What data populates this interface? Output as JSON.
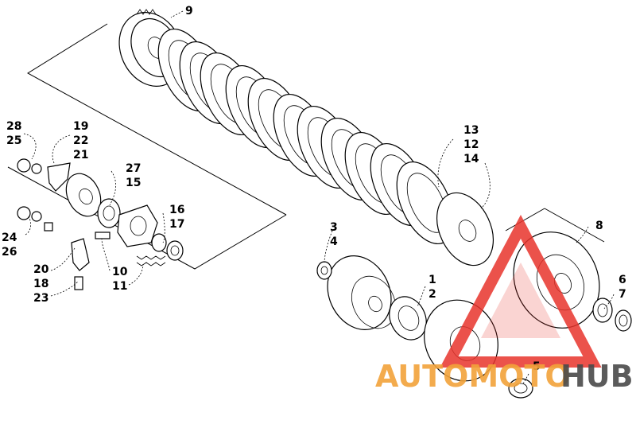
{
  "callouts": [
    {
      "id": "c9",
      "text": "9"
    },
    {
      "id": "c28",
      "text": "28"
    },
    {
      "id": "c25",
      "text": "25"
    },
    {
      "id": "c19",
      "text": "19"
    },
    {
      "id": "c22",
      "text": "22"
    },
    {
      "id": "c21",
      "text": "21"
    },
    {
      "id": "c27",
      "text": "27"
    },
    {
      "id": "c15",
      "text": "15"
    },
    {
      "id": "c16",
      "text": "16"
    },
    {
      "id": "c17",
      "text": "17"
    },
    {
      "id": "c24",
      "text": "24"
    },
    {
      "id": "c26",
      "text": "26"
    },
    {
      "id": "c20",
      "text": "20"
    },
    {
      "id": "c18",
      "text": "18"
    },
    {
      "id": "c23",
      "text": "23"
    },
    {
      "id": "c10",
      "text": "10"
    },
    {
      "id": "c11",
      "text": "11"
    },
    {
      "id": "c13",
      "text": "13"
    },
    {
      "id": "c12",
      "text": "12"
    },
    {
      "id": "c14",
      "text": "14"
    },
    {
      "id": "c3",
      "text": "3"
    },
    {
      "id": "c4",
      "text": "4"
    },
    {
      "id": "c8",
      "text": "8"
    },
    {
      "id": "c1",
      "text": "1"
    },
    {
      "id": "c2",
      "text": "2"
    },
    {
      "id": "c6",
      "text": "6"
    },
    {
      "id": "c7",
      "text": "7"
    },
    {
      "id": "c5",
      "text": "5"
    }
  ],
  "watermark": {
    "part1": "AUTOMOTO",
    "part2": "HUB",
    "color_primary": "#e8342c",
    "color_secondary": "#f2a33a",
    "color_dark": "#4a4a4a"
  }
}
